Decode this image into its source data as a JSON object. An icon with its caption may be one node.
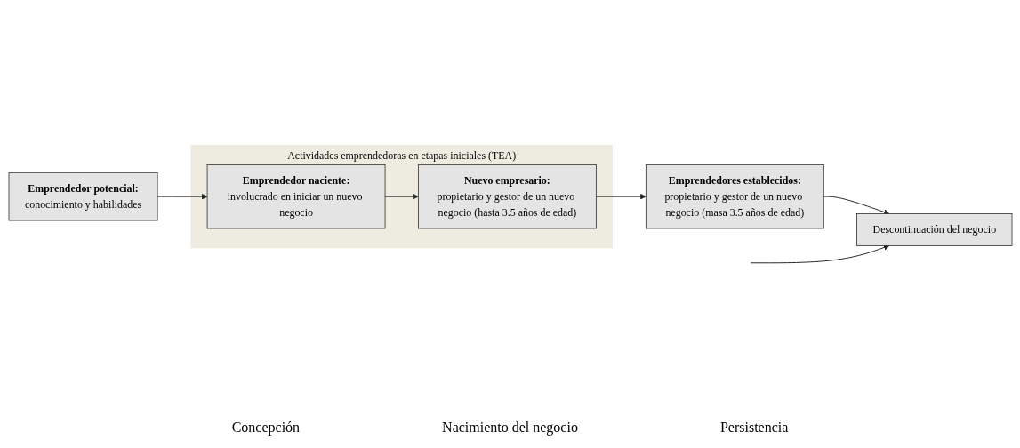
{
  "diagram": {
    "nodes": [
      {
        "text": [
          "Emprendedor potencial:",
          "conocimiento y habilidades"
        ]
      },
      {
        "text": [
          "Actividades emprendedoras en etapas iniciales (TEA)"
        ]
      },
      {
        "text": [
          "Emprendedor naciente:",
          "involucrado en iniciar un nuevo negocio"
        ],
        "in": 1
      },
      {
        "text": [
          "Nuevo empresario:",
          "propietario y gestor de un nuevo negocio (hasta 3.5 años de edad)"
        ],
        "in": 1
      },
      {
        "text": [
          "Emprendedores establecidos:",
          "propietario y gestor de un nuevo negocio (masa 3.5 años de edad)"
        ]
      },
      {
        "text": [
          "Descontinuación del negocio"
        ]
      }
    ],
    "edges": [
      {
        "from": 0,
        "to": 2,
        "arrow": "to"
      },
      {
        "from": 2,
        "to": 3,
        "arrow": "to"
      },
      {
        "from": 3,
        "to": 4,
        "arrow": "to"
      },
      {
        "from": 4,
        "to": 5,
        "arrow": "to"
      },
      {
        "from": null,
        "to": 5,
        "arrow": "to"
      }
    ],
    "labels": [
      "Concepción",
      "Nacimiento del negocio",
      "Persistencia"
    ]
  }
}
